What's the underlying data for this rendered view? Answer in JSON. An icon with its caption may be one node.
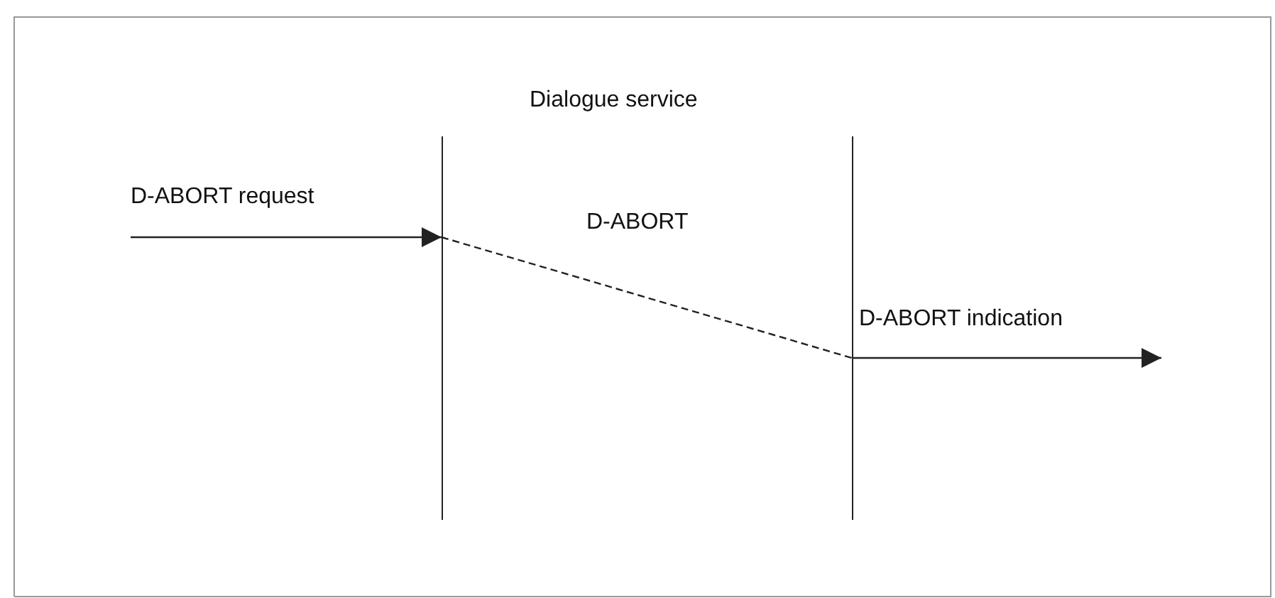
{
  "diagram": {
    "title": "Dialogue service",
    "nodes": [
      {
        "text": [],
        "shape": "line"
      },
      {
        "text": [],
        "shape": "line"
      }
    ],
    "edges": [
      {
        "from": null,
        "to": 0,
        "arrow": "to",
        "label": "D-ABORT request"
      },
      {
        "from": 0,
        "to": 1,
        "arrow": "none",
        "style": "dashed",
        "label": "D-ABORT"
      },
      {
        "from": 1,
        "to": null,
        "arrow": "to",
        "label": "D-ABORT indication"
      }
    ]
  }
}
